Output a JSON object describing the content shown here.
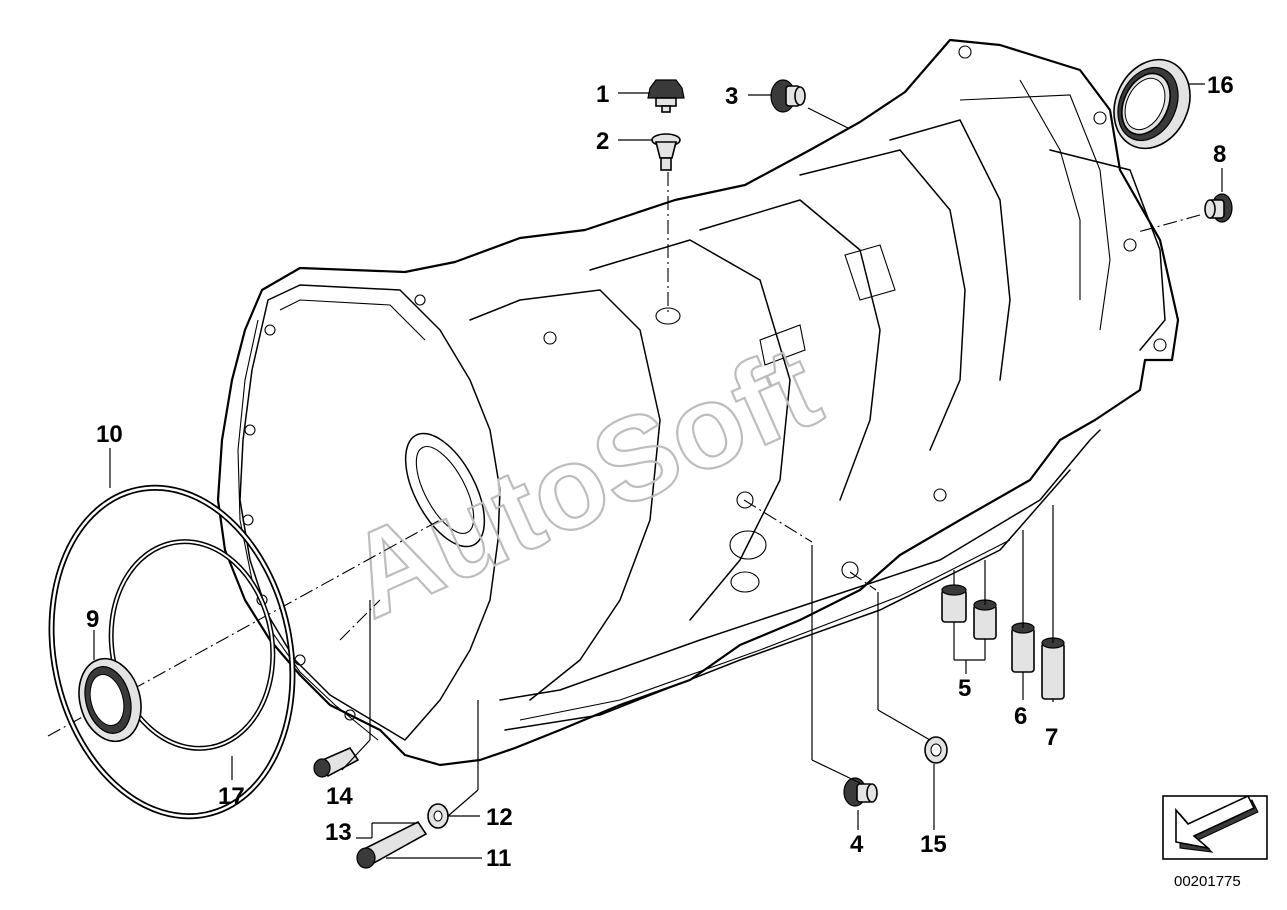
{
  "diagram": {
    "callouts": [
      "1",
      "2",
      "3",
      "4",
      "5",
      "6",
      "7",
      "8",
      "9",
      "10",
      "11",
      "12",
      "13",
      "14",
      "15",
      "16",
      "17"
    ],
    "watermark": "AutoSoft",
    "reference_number": "00201775",
    "nav_arrow_icon": "arrow-down-left-icon"
  }
}
